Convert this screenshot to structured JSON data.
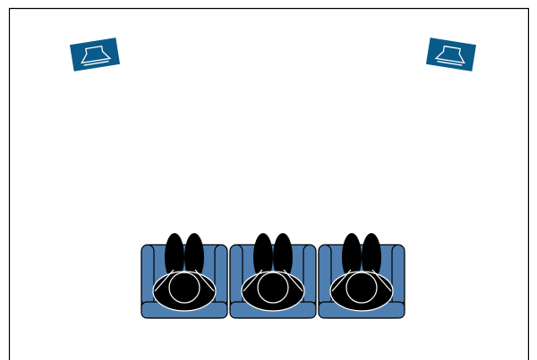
{
  "scene": {
    "speakers": [
      {
        "name": "left-speaker",
        "icon": "speaker-icon"
      },
      {
        "name": "right-speaker",
        "icon": "speaker-icon"
      }
    ],
    "seats": [
      {
        "name": "seat-left",
        "occupant": "person-icon"
      },
      {
        "name": "seat-center",
        "occupant": "person-icon"
      },
      {
        "name": "seat-right",
        "occupant": "person-icon"
      }
    ]
  },
  "colors": {
    "speaker_fill": "#0a5a8a",
    "seat_fill": "#4f7fb0",
    "outline": "#000000",
    "person_fill": "#000000",
    "person_line": "#ffffff",
    "background": "#ffffff"
  }
}
